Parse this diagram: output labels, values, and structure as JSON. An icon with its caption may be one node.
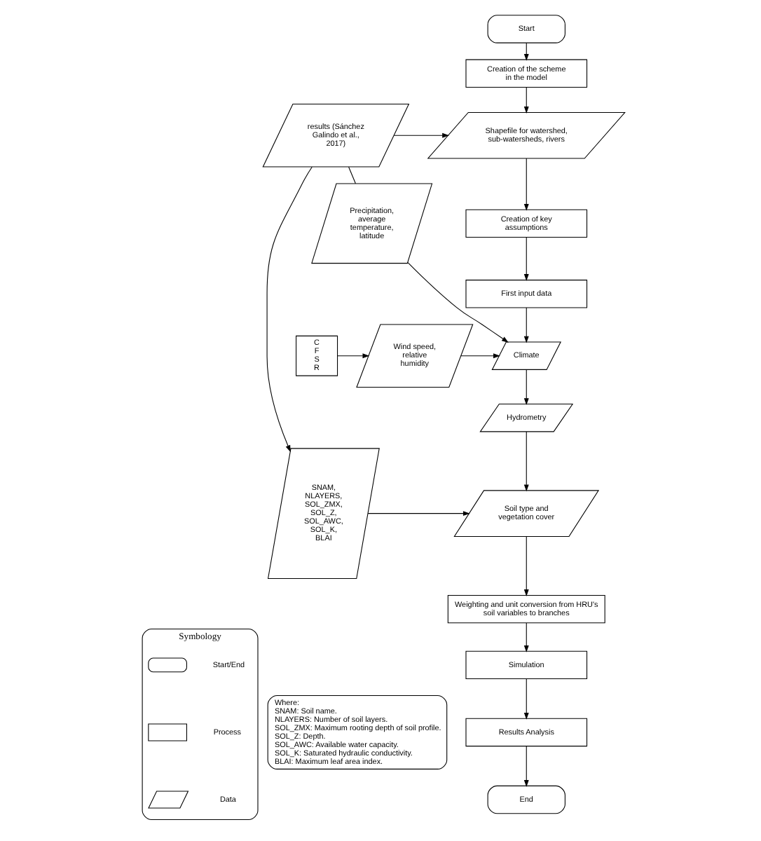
{
  "diagram": {
    "nodes": [
      {
        "text": [
          "Start"
        ]
      },
      {
        "text": [
          "Creation of the scheme in the model"
        ]
      },
      {
        "text": [
          "results (Sánchez Galindo et al., 2017)"
        ]
      },
      {
        "text": [
          "Shapefile for watershed, sub-watersheds, rivers"
        ]
      },
      {
        "text": [
          "Precipitation, average temperature, latitude"
        ]
      },
      {
        "text": [
          "Creation of key assumptions"
        ]
      },
      {
        "text": [
          "First input data"
        ]
      },
      {
        "text": [
          "CFSR"
        ]
      },
      {
        "text": [
          "Wind speed, relative humidity"
        ]
      },
      {
        "text": [
          "Climate"
        ]
      },
      {
        "text": [
          "Hydrometry"
        ]
      },
      {
        "text": [
          "SNAM, NLAYERS, SOL_ZMX, SOL_Z, SOL_AWC, SOL_K, BLAI"
        ]
      },
      {
        "text": [
          "Soil type and vegetation cover"
        ]
      },
      {
        "text": [
          "Weighting and unit conversion from HRU's soil variables to branches"
        ]
      },
      {
        "text": [
          "Simulation"
        ]
      },
      {
        "text": [
          "Results Analysis"
        ]
      },
      {
        "text": [
          "End"
        ]
      },
      {
        "text": [
          "Where:",
          "SNAM: Soil name.",
          "NLAYERS: Number of soil layers.",
          "SOL_ZMX: Maximum rooting depth of soil profile.",
          "SOL_Z: Depth.",
          "SOL_AWC: Available water capacity.",
          "SOL_K: Saturated hydraulic conductivity.",
          "BLAI: Maximum leaf area index."
        ]
      },
      {
        "text": [
          "Symbology"
        ]
      }
    ],
    "edges": [
      {
        "from": 0,
        "to": 1,
        "arrow": "to"
      },
      {
        "from": 1,
        "to": 3,
        "arrow": "to"
      },
      {
        "from": 2,
        "to": 3,
        "arrow": "to"
      },
      {
        "from": 2,
        "to": 4,
        "arrow": "none"
      },
      {
        "from": 3,
        "to": 5,
        "arrow": "to"
      },
      {
        "from": 5,
        "to": 6,
        "arrow": "to"
      },
      {
        "from": 4,
        "to": 9,
        "arrow": "to"
      },
      {
        "from": 6,
        "to": 9,
        "arrow": "to"
      },
      {
        "from": 7,
        "to": 8,
        "arrow": "to"
      },
      {
        "from": 8,
        "to": 9,
        "arrow": "to"
      },
      {
        "from": 9,
        "to": 10,
        "arrow": "to"
      },
      {
        "from": 2,
        "to": 11,
        "arrow": "to"
      },
      {
        "from": 11,
        "to": 12,
        "arrow": "to"
      },
      {
        "from": 10,
        "to": 12,
        "arrow": "to"
      },
      {
        "from": 12,
        "to": 13,
        "arrow": "to"
      },
      {
        "from": 13,
        "to": 14,
        "arrow": "to"
      },
      {
        "from": 14,
        "to": 15,
        "arrow": "to"
      },
      {
        "from": 15,
        "to": 16,
        "arrow": "to"
      }
    ],
    "legend": [
      {
        "text": "Start/End"
      },
      {
        "text": "Process"
      },
      {
        "text": "Data"
      }
    ]
  }
}
